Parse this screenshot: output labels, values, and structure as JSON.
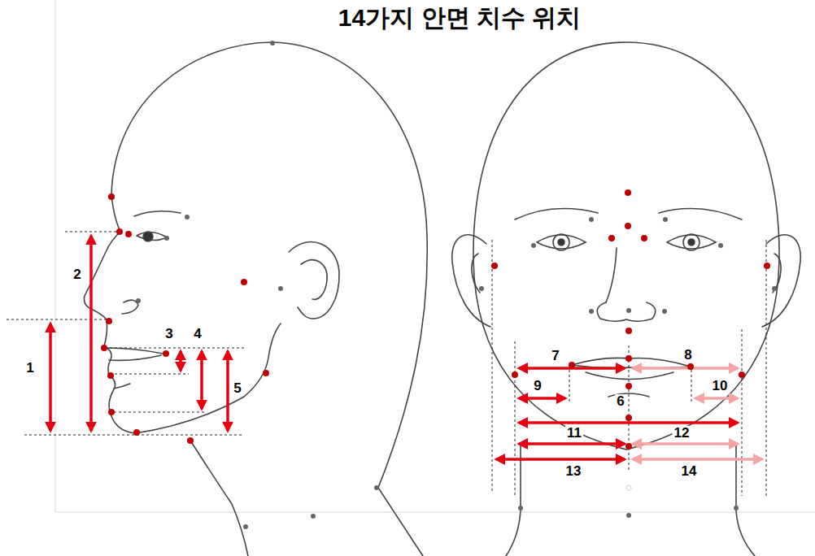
{
  "diagram": {
    "title": "14가지 안면 치수 위치",
    "labels": [
      "1",
      "2",
      "3",
      "4",
      "5",
      "6",
      "7",
      "8",
      "9",
      "10",
      "11",
      "12",
      "13",
      "14"
    ]
  }
}
